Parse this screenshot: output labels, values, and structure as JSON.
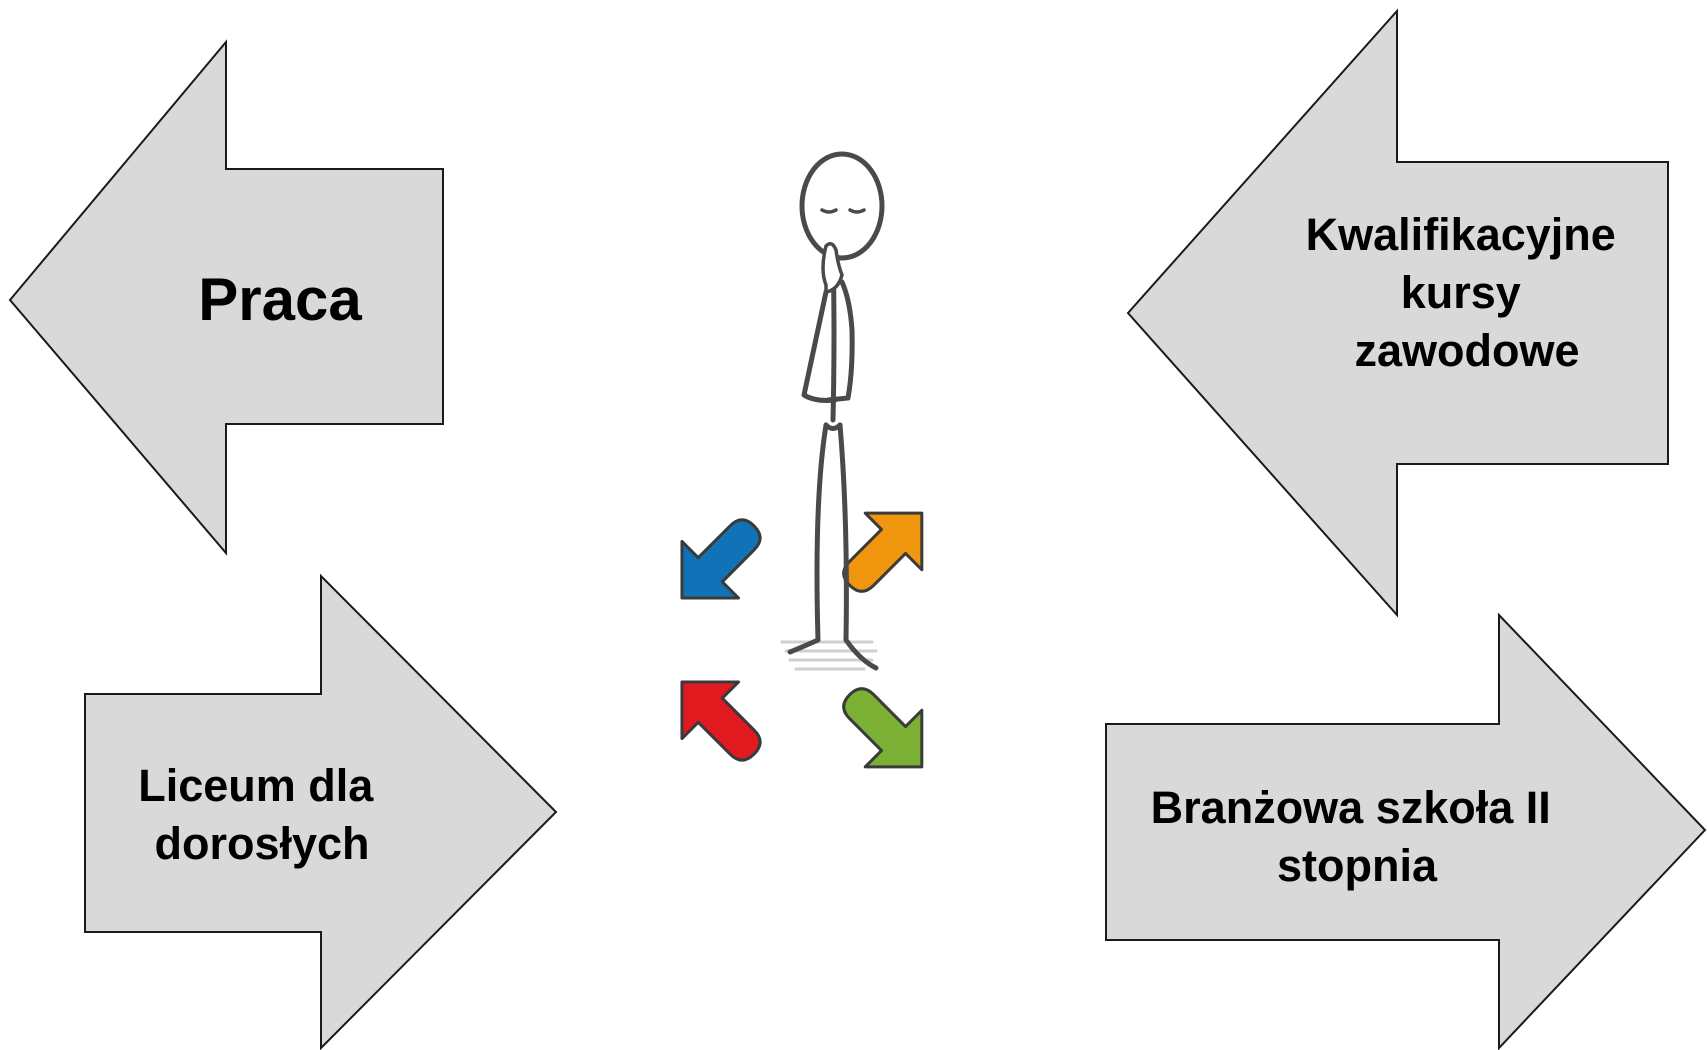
{
  "options": {
    "top_left": {
      "label": "Praca"
    },
    "top_right": {
      "lines": [
        "Kwalifikacyjne",
        "kursy",
        "zawodowe"
      ]
    },
    "bottom_left": {
      "lines": [
        "Liceum dla",
        "dorosłych"
      ]
    },
    "bottom_right": {
      "lines": [
        "Branżowa szkoła II",
        "stopnia"
      ]
    }
  },
  "figure": {
    "icon": "thinking-stick-figure-icon",
    "direction_arrows": [
      {
        "name": "blue-arrow-icon",
        "color": "#1272b8"
      },
      {
        "name": "orange-arrow-icon",
        "color": "#f0960e"
      },
      {
        "name": "red-arrow-icon",
        "color": "#e01a1f"
      },
      {
        "name": "green-arrow-icon",
        "color": "#7cb034"
      }
    ]
  },
  "colors": {
    "arrow_fill": "#d9d9d9",
    "arrow_stroke": "#1a1a1a",
    "text": "#000000",
    "background": "#ffffff"
  }
}
